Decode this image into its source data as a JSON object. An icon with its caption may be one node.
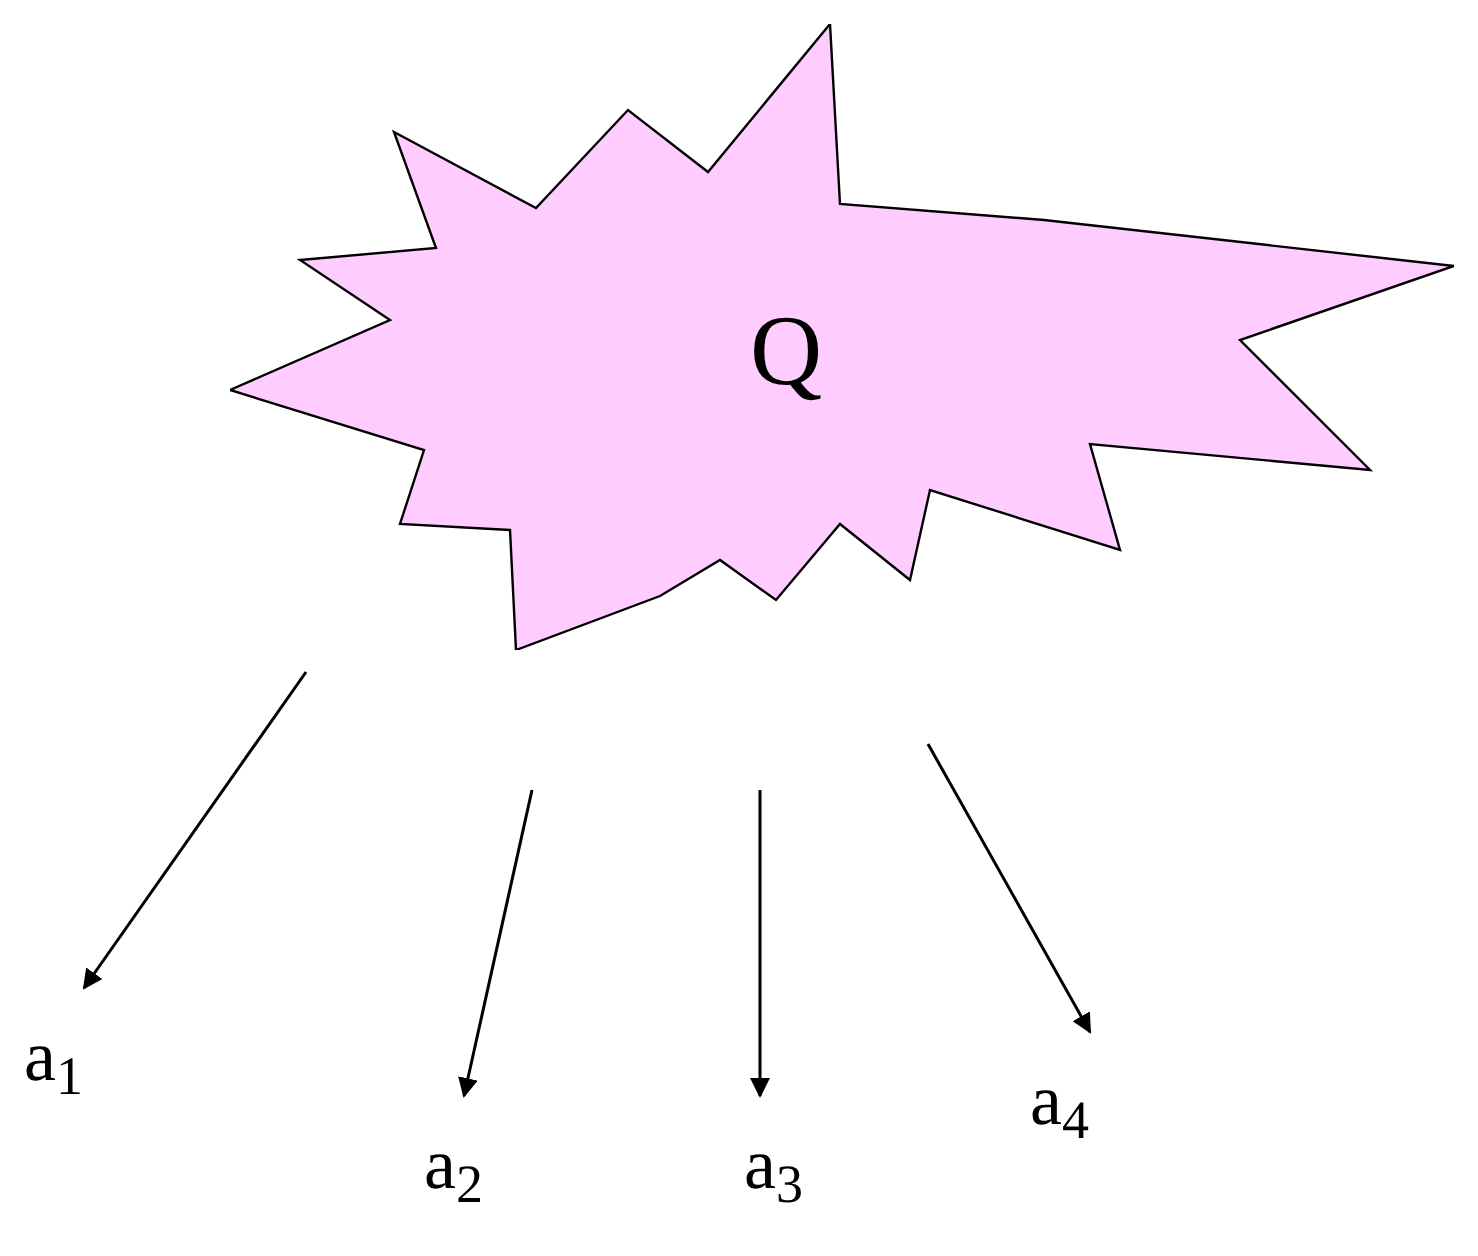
{
  "diagram": {
    "nodes": [
      {
        "text": [
          "Q"
        ]
      },
      {
        "text": [
          "a$_{1}$"
        ]
      },
      {
        "text": [
          "a$_{2}$"
        ]
      },
      {
        "text": [
          "a$_{3}$"
        ]
      },
      {
        "text": [
          "a$_{4}$"
        ]
      }
    ],
    "edges": [
      {
        "from": null,
        "to": 1,
        "arrow": "to"
      },
      {
        "from": null,
        "to": 2,
        "arrow": "to"
      },
      {
        "from": null,
        "to": 3,
        "arrow": "to"
      },
      {
        "from": null,
        "to": 4,
        "arrow": "to"
      }
    ]
  }
}
